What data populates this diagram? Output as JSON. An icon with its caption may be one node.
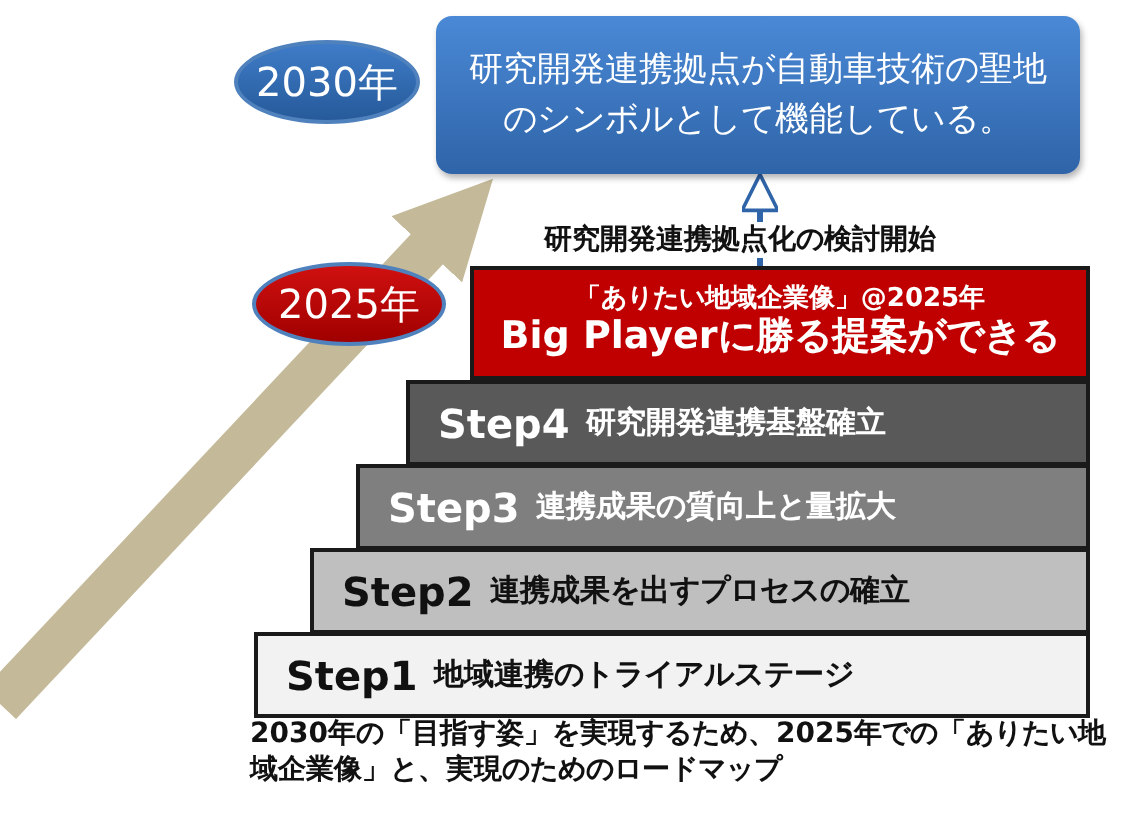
{
  "diagram": {
    "caption": "2030年の「目指す姿」を実現するため、2025年での「ありたい地域企業像」と、実現のためのロードマップ",
    "nodes": [
      {
        "text": [
          "2030年"
        ]
      },
      {
        "text": [
          "研究開発連携拠点が自動車技術の聖地のシンボルとして機能している。"
        ]
      },
      {
        "text": [
          "2025年"
        ]
      },
      {
        "text": [
          "「ありたい地域企業像」@2025年",
          "Big Playerに勝る提案ができる"
        ]
      },
      {
        "text": [
          "Step4",
          "研究開発連携基盤確立"
        ]
      },
      {
        "text": [
          "Step3",
          "連携成果の質向上と量拡大"
        ]
      },
      {
        "text": [
          "Step2",
          "連携成果を出すプロセスの確立"
        ]
      },
      {
        "text": [
          "Step1",
          "地域連携のトライアルステージ"
        ]
      }
    ],
    "edges": [
      {
        "from": 3,
        "to": 1,
        "arrow": "to",
        "label": "研究開発連携拠点化の検討開始"
      },
      {
        "from": null,
        "to": 1,
        "arrow": "to",
        "style": "thick",
        "color": "#c4b998"
      }
    ]
  }
}
